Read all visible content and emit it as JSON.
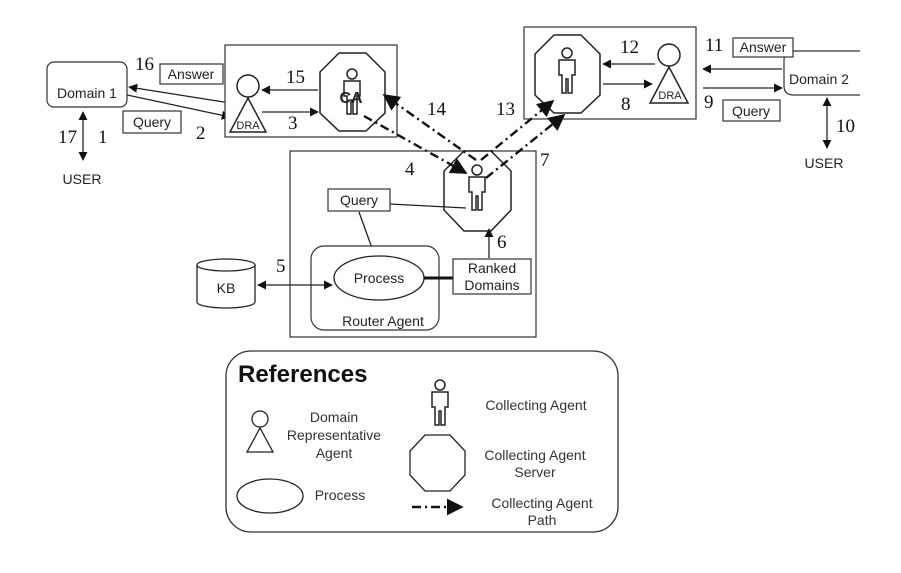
{
  "domain1": {
    "label": "Domain 1",
    "user": "USER"
  },
  "domain2": {
    "label": "Domain 2",
    "user": "USER"
  },
  "msgs": {
    "answer": "Answer",
    "query": "Query"
  },
  "dra": "DRA",
  "ca": "CA",
  "kb": "KB",
  "router": {
    "query": "Query",
    "process": "Process",
    "ranked1": "Ranked",
    "ranked2": "Domains",
    "label": "Router Agent"
  },
  "steps": {
    "s1": "1",
    "s2": "2",
    "s3": "3",
    "s4": "4",
    "s5": "5",
    "s6": "6",
    "s7": "7",
    "s8": "8",
    "s9": "9",
    "s10": "10",
    "s11": "11",
    "s12": "12",
    "s13": "13",
    "s14": "14",
    "s15": "15",
    "s16": "16",
    "s17": "17"
  },
  "references": {
    "title": "References",
    "dra1": "Domain",
    "dra2": "Representative",
    "dra3": "Agent",
    "collecting_agent": "Collecting Agent",
    "server1": "Collecting Agent",
    "server2": "Server",
    "process": "Process",
    "path1": "Collecting Agent",
    "path2": "Path"
  }
}
